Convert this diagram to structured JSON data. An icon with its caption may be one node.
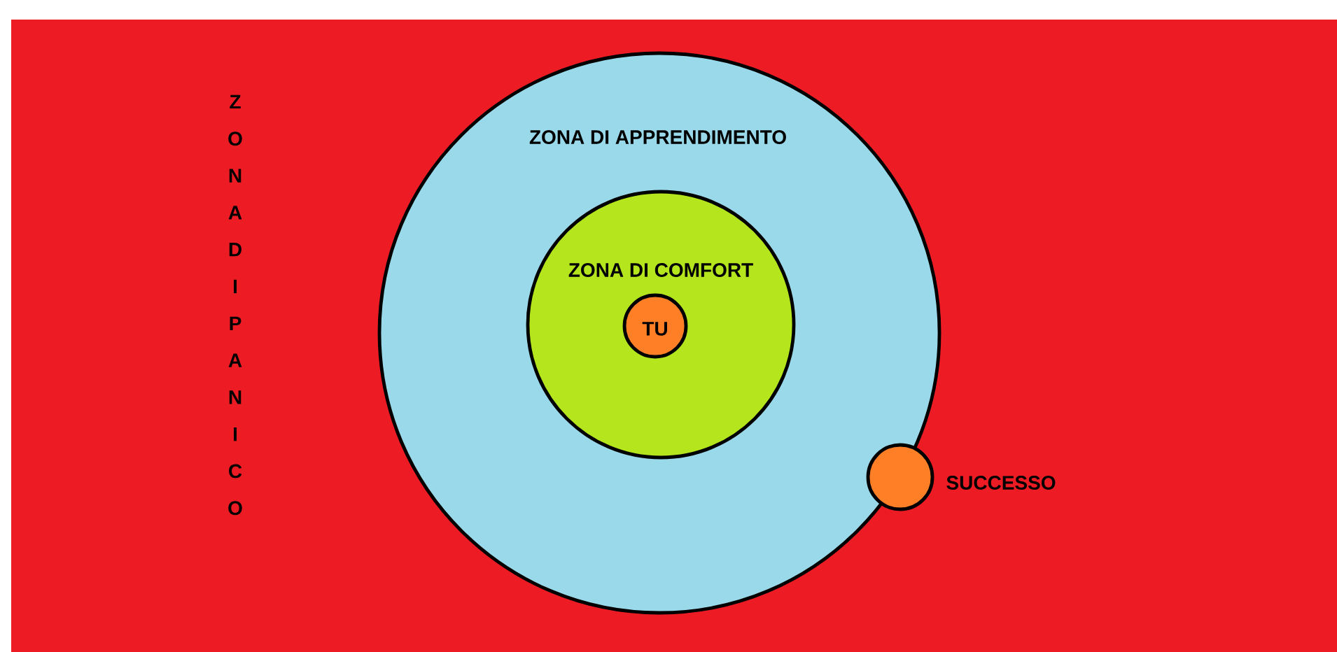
{
  "diagram": {
    "nodes": [
      {
        "text": [
          "ZONA DI PANICO"
        ]
      },
      {
        "text": [
          "ZONA DI APPRENDIMENTO"
        ],
        "in": 0
      },
      {
        "text": [
          "ZONA DI COMFORT"
        ],
        "in": 1
      },
      {
        "text": [
          "TU"
        ],
        "in": 2
      },
      {
        "text": [],
        "shape": "circle",
        "beside": [
          "SUCCESSO"
        ],
        "in": 0
      }
    ]
  }
}
